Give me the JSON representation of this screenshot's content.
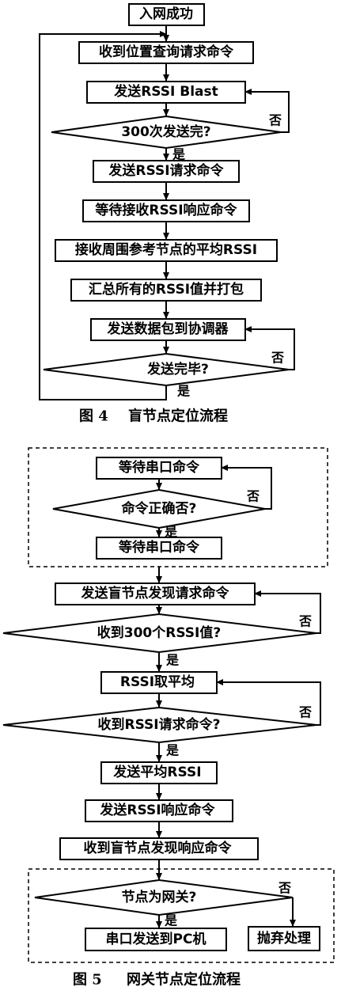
{
  "figure4": {
    "caption_num": "图 4",
    "caption_title": "盲节点定位流程",
    "steps": {
      "start": "入网成功",
      "recv_query": "收到位置查询请求命令",
      "send_blast": "发送RSSI Blast",
      "dec_300": "300次发送完?",
      "send_req": "发送RSSI请求命令",
      "wait_resp": "等待接收RSSI响应命令",
      "recv_avg": "接收周围参考节点的平均RSSI",
      "pack": "汇总所有的RSSI值并打包",
      "send_pkt": "发送数据包到协调器",
      "dec_done": "发送完毕?"
    },
    "labels": {
      "no1": "否",
      "yes1": "是",
      "no2": "否",
      "yes2": "是"
    }
  },
  "figure5": {
    "caption_num": "图 5",
    "caption_title": "网关节点定位流程",
    "steps": {
      "wait_serial1": "等待串口命令",
      "dec_cmd": "命令正确否?",
      "wait_serial2": "等待串口命令",
      "send_discover": "发送盲节点发现请求命令",
      "dec_300rssi": "收到300个RSSI值?",
      "avg": "RSSI取平均",
      "dec_req": "收到RSSI请求命令?",
      "send_avg": "发送平均RSSI",
      "send_resp": "发送RSSI响应命令",
      "recv_discover_resp": "收到盲节点发现响应命令",
      "dec_gateway": "节点为网关?",
      "serial_pc": "串口发送到PC机",
      "discard": "抛弃处理"
    },
    "labels": {
      "no_cmd": "否",
      "yes_cmd": "是",
      "no_300": "否",
      "yes_300": "是",
      "no_req": "否",
      "yes_req": "是",
      "no_gw": "否",
      "yes_gw": "是"
    }
  }
}
